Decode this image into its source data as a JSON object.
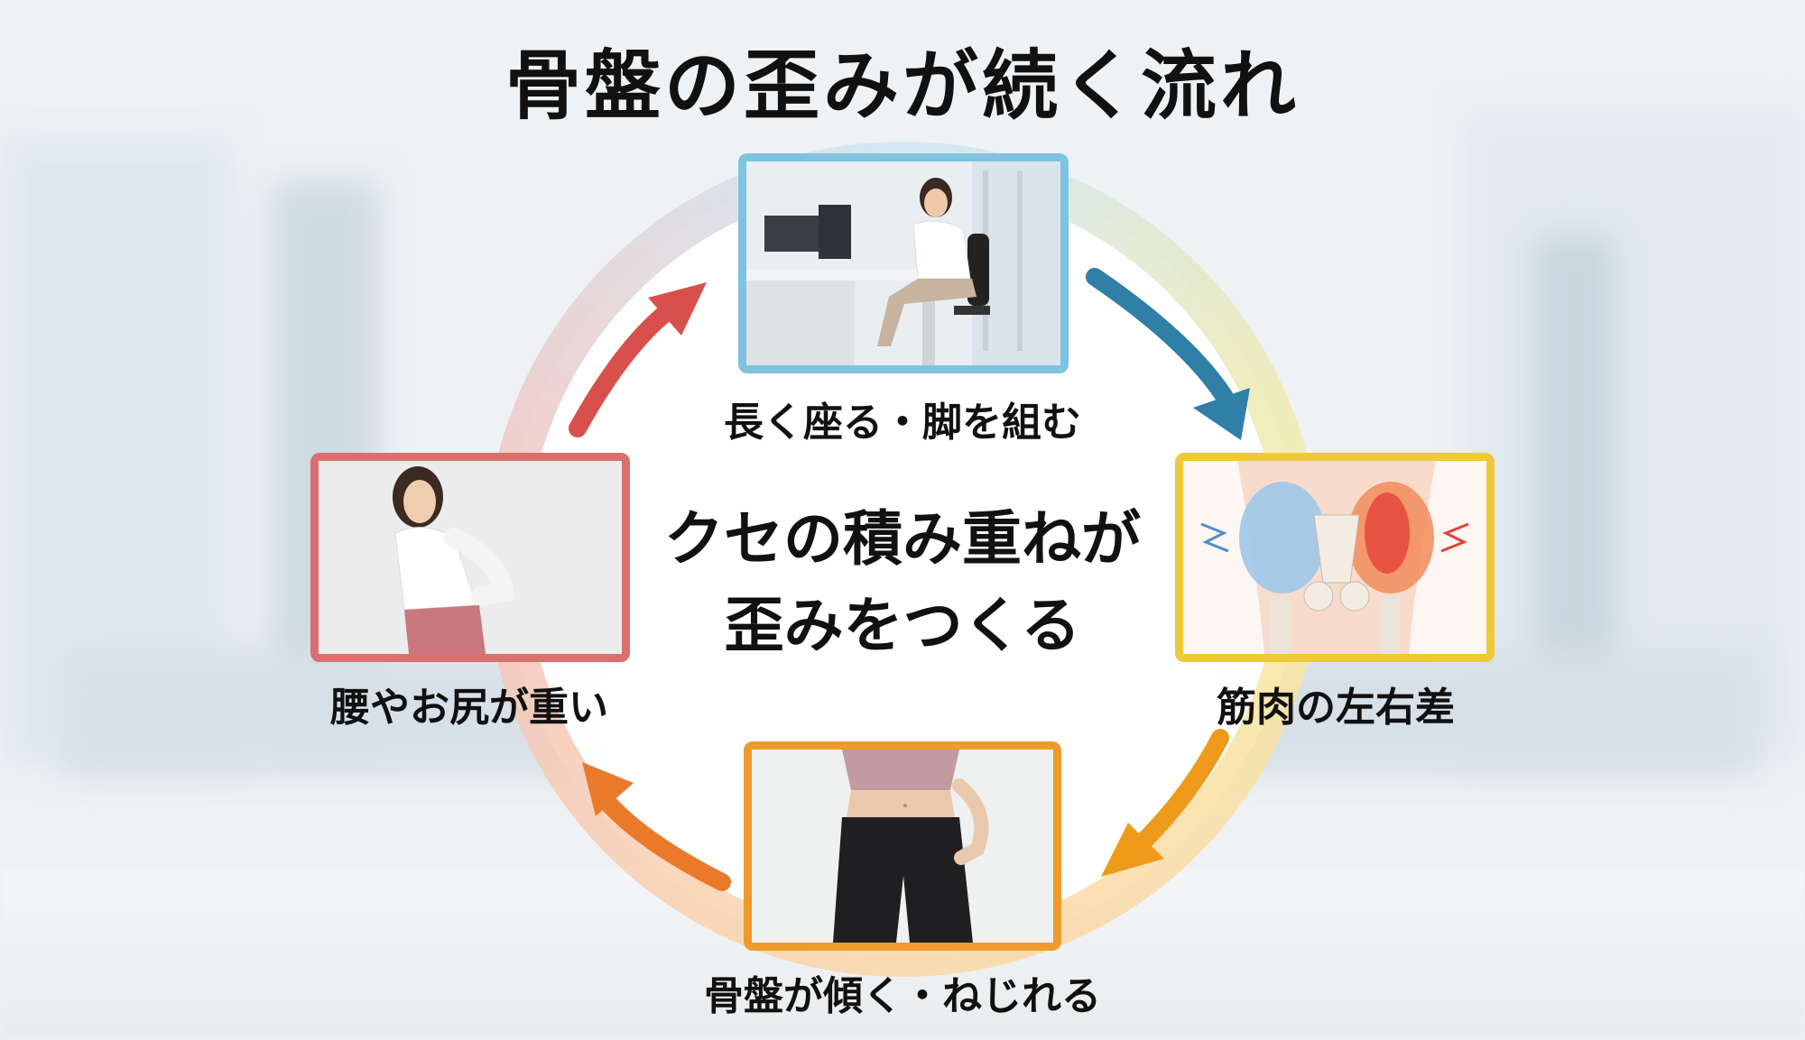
{
  "title": "骨盤の歪みが続く流れ",
  "center": {
    "line1": "クセの積み重ねが",
    "line2": "歪みをつくる"
  },
  "steps": [
    {
      "label": "長く座る・脚を組む",
      "color": "#7ec3df",
      "icon": "office-sitting-photo"
    },
    {
      "label": "筋肉の左右差",
      "color": "#f0c93b",
      "icon": "pelvis-muscle-illustration"
    },
    {
      "label": "骨盤が傾く・ねじれる",
      "color": "#ef9a2c",
      "icon": "waist-posture-photo"
    },
    {
      "label": "腰やお尻が重い",
      "color": "#d9706e",
      "icon": "back-pain-photo"
    }
  ],
  "colors": {
    "arrow_blue": "#2f7fa6",
    "arrow_orange": "#ee9a1a",
    "arrow_orange_dark": "#ea7a2a",
    "arrow_red": "#d8504b"
  }
}
